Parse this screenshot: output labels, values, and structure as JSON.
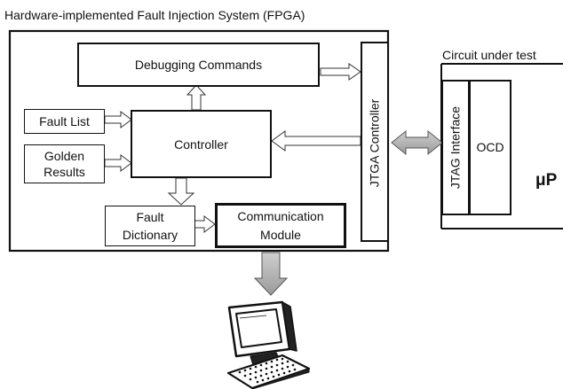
{
  "system": {
    "title": "Hardware-implemented Fault Injection System (FPGA)",
    "debugging_commands": "Debugging Commands",
    "fault_list": "Fault List",
    "golden_results": [
      "Golden",
      "Results"
    ],
    "controller": "Controller",
    "jtga_controller": "JTGA Controller",
    "fault_dictionary": [
      "Fault",
      "Dictionary"
    ],
    "communication_module": [
      "Communication",
      "Module"
    ]
  },
  "circuit": {
    "title": "Circuit under test",
    "jtag_interface": "JTAG Interface",
    "ocd": "OCD",
    "processor": "μP"
  },
  "icons": {
    "host": "desktop-computer-icon",
    "arrows": "hollow-block-arrow"
  }
}
